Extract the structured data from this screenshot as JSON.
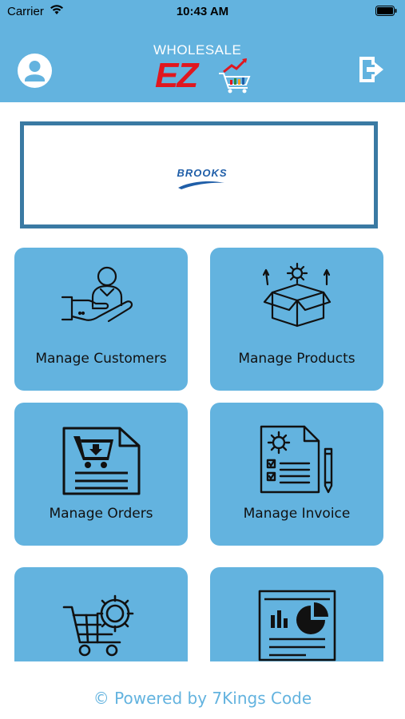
{
  "status_bar": {
    "carrier": "Carrier",
    "time": "10:43 AM"
  },
  "header": {
    "logo_top": "WHOLESALE",
    "logo_main": "EZ",
    "avatar_icon": "user-avatar-icon",
    "logout_icon": "logout-icon"
  },
  "brand": {
    "name": "BROOKS"
  },
  "tiles": [
    {
      "label": "Manage Customers",
      "icon": "customer-hand-icon"
    },
    {
      "label": "Manage Products",
      "icon": "product-box-icon"
    },
    {
      "label": "Manage Orders",
      "icon": "order-document-icon"
    },
    {
      "label": "Manage Invoice",
      "icon": "invoice-document-icon"
    },
    {
      "label": "",
      "icon": "cart-settings-icon"
    },
    {
      "label": "",
      "icon": "report-chart-icon"
    }
  ],
  "footer": {
    "text": "© Powered by 7Kings Code"
  },
  "colors": {
    "header": "#63b3df",
    "tile": "#63b3df",
    "brand_border": "#3a7aa3",
    "logo_red": "#e0171f"
  }
}
